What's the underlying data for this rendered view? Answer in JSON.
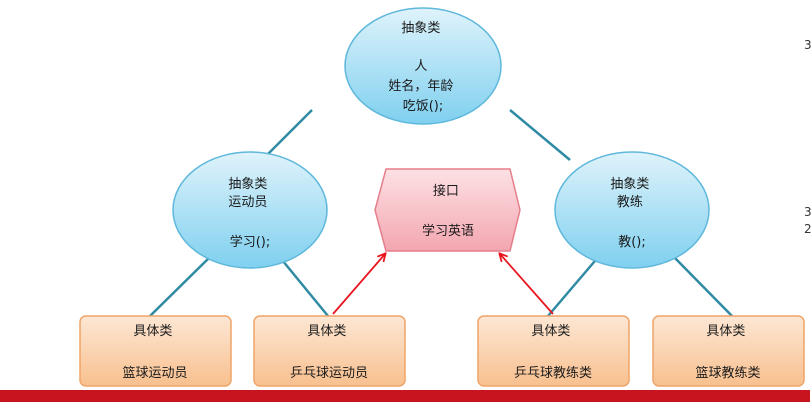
{
  "colors": {
    "ellipse_fill_top": "#dff3fb",
    "ellipse_fill_bottom": "#7fd0ef",
    "ellipse_stroke": "#5fb8dc",
    "hexagon_fill_top": "#fde1e4",
    "hexagon_fill_bottom": "#f3a6b0",
    "hexagon_stroke": "#e57e8a",
    "rect_fill_top": "#fde7d4",
    "rect_fill_bottom": "#f8c08f",
    "rect_stroke": "#efa468",
    "line_color": "#2f8aa3",
    "arrow_color": "#e8141e",
    "bottom_bar": "#c8141e"
  },
  "nodes": {
    "person": {
      "lines": [
        "抽象类",
        "",
        "人",
        "姓名，年龄",
        "吃饭();"
      ]
    },
    "athlete": {
      "lines": [
        "抽象类",
        "运动员",
        "",
        "学习();"
      ]
    },
    "coach": {
      "lines": [
        "抽象类",
        "教练",
        "",
        "教();"
      ]
    },
    "interface": {
      "lines": [
        "接口",
        "",
        "学习英语"
      ]
    },
    "basketball_player": {
      "lines": [
        "具体类",
        "",
        "篮球运动员"
      ]
    },
    "pingpong_player": {
      "lines": [
        "具体类",
        "",
        "乒乓球运动员"
      ]
    },
    "pingpong_coach": {
      "lines": [
        "具体类",
        "",
        "乒乓球教练类"
      ]
    },
    "basketball_coach": {
      "lines": [
        "具体类",
        "",
        "篮球教练类"
      ]
    }
  },
  "edge_glyphs": [
    "3",
    "3",
    "2"
  ]
}
